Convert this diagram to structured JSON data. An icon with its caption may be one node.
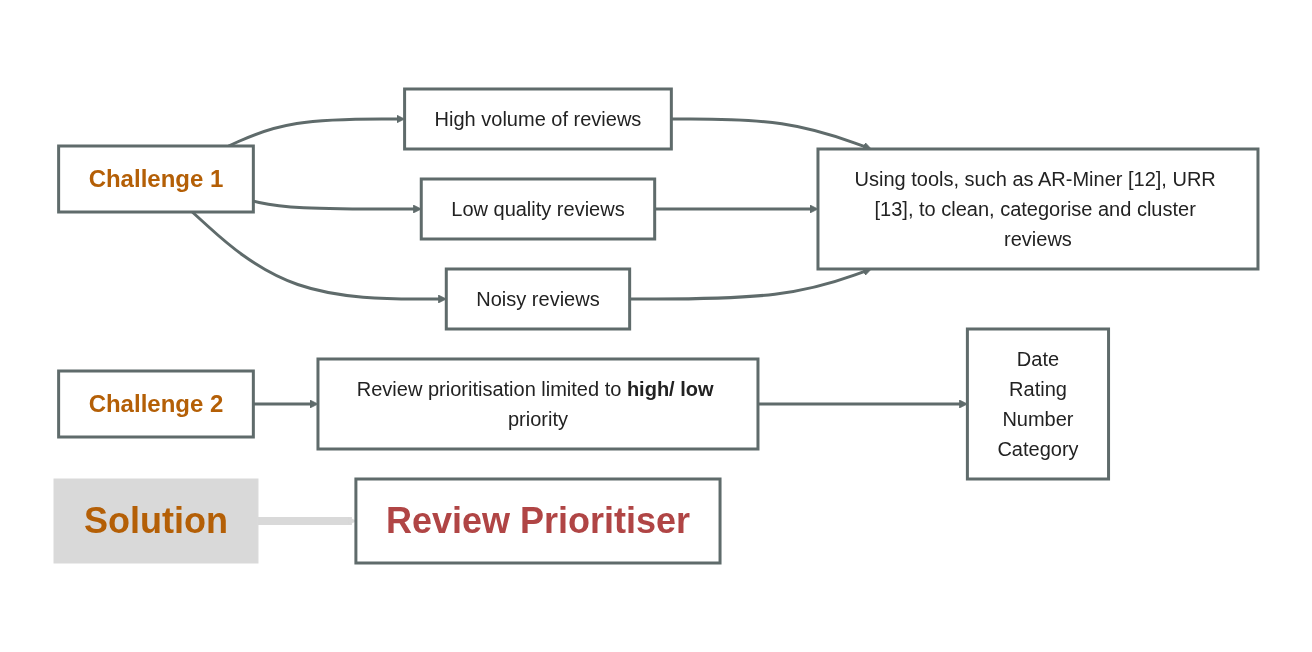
{
  "diagram": {
    "nodes": [
      {
        "text": [
          "Challenge 1"
        ]
      },
      {
        "text": [
          "High volume of reviews"
        ]
      },
      {
        "text": [
          "Low quality reviews"
        ]
      },
      {
        "text": [
          "Noisy reviews"
        ]
      },
      {
        "text": [
          "Using tools, such as AR-Miner [12], URR [13], to clean, categorise and cluster reviews"
        ]
      },
      {
        "text": [
          "Challenge 2"
        ]
      },
      {
        "text": [
          "Review prioritisation limited to **high/ low** priority"
        ]
      },
      {
        "text": [
          "Date",
          "Rating",
          "Number",
          "Category"
        ]
      },
      {
        "text": [
          "Solution"
        ]
      },
      {
        "text": [
          "Review Prioritiser"
        ]
      }
    ],
    "edges": [
      {
        "from": 0,
        "to": 1,
        "arrow": "to"
      },
      {
        "from": 0,
        "to": 2,
        "arrow": "to"
      },
      {
        "from": 0,
        "to": 3,
        "arrow": "to"
      },
      {
        "from": 1,
        "to": 4,
        "arrow": "to"
      },
      {
        "from": 2,
        "to": 4,
        "arrow": "to"
      },
      {
        "from": 3,
        "to": 4,
        "arrow": "to"
      },
      {
        "from": 5,
        "to": 6,
        "arrow": "to"
      },
      {
        "from": 6,
        "to": 7,
        "arrow": "to"
      },
      {
        "from": 8,
        "to": 9,
        "arrow": "to",
        "style": "thick",
        "color": "#d9d9d9"
      }
    ]
  }
}
